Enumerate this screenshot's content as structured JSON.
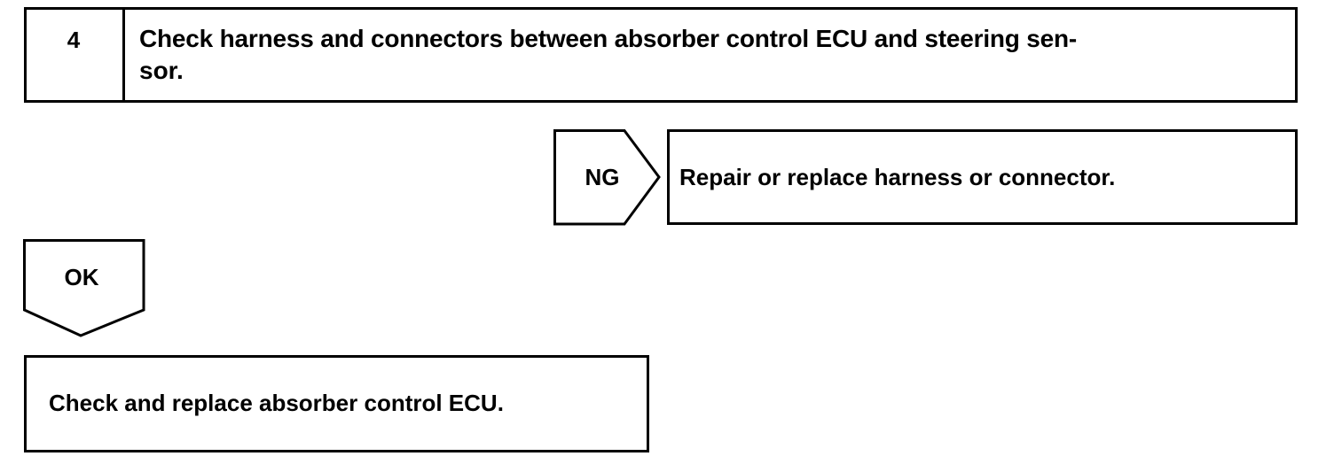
{
  "step": {
    "number": "4",
    "title_line1": "Check harness and connectors between absorber control ECU and steering sen-",
    "title_line2": "sor."
  },
  "ng_branch": {
    "label": "NG",
    "action": "Repair or replace harness or connector."
  },
  "ok_branch": {
    "label": "OK",
    "action": "Check and replace absorber control ECU."
  },
  "colors": {
    "line": "#000000",
    "background": "#ffffff"
  }
}
